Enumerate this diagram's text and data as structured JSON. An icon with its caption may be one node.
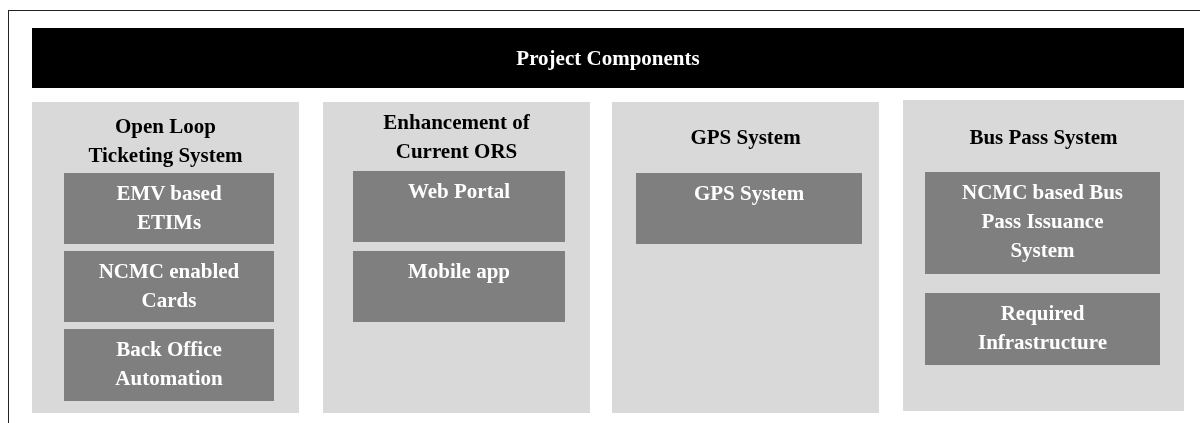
{
  "diagram": {
    "nodes": [
      {
        "text": [
          "Project Components"
        ]
      },
      {
        "text": [
          "Open Loop Ticketing System"
        ]
      },
      {
        "text": [
          "EMV based ETIMs"
        ],
        "in": 1
      },
      {
        "text": [
          "NCMC enabled Cards"
        ],
        "in": 1
      },
      {
        "text": [
          "Back Office Automation"
        ],
        "in": 1
      },
      {
        "text": [
          "Enhancement of Current ORS"
        ]
      },
      {
        "text": [
          "Web Portal"
        ],
        "in": 5
      },
      {
        "text": [
          "Mobile app"
        ],
        "in": 5
      },
      {
        "text": [
          "GPS System"
        ]
      },
      {
        "text": [
          "GPS System"
        ],
        "in": 8
      },
      {
        "text": [
          "Bus Pass System"
        ]
      },
      {
        "text": [
          "NCMC based Bus Pass Issuance System"
        ],
        "in": 10
      },
      {
        "text": [
          "Required Infrastructure"
        ],
        "in": 10
      }
    ]
  }
}
